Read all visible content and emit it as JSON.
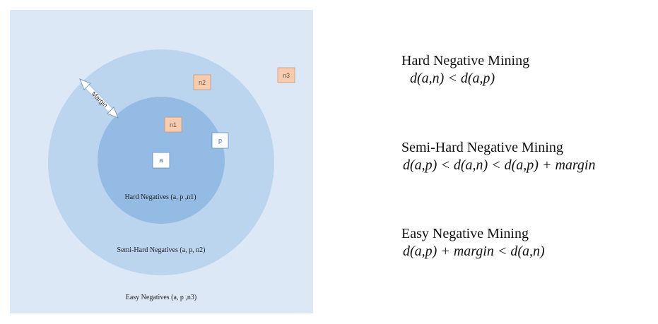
{
  "diagram": {
    "zones": {
      "hard": "Hard Negatives (a, p ,n1)",
      "semi_hard": "Semi-Hard Negatives (a, p, n2)",
      "easy": "Easy Negatives (a, p ,n3)"
    },
    "margin_label": "Margin",
    "points": {
      "anchor": "a",
      "positive": "p",
      "n1": "n1",
      "n2": "n2",
      "n3": "n3"
    }
  },
  "legend": [
    {
      "title": "Hard Negative Mining",
      "formula": "d(a,n) < d(a,p)"
    },
    {
      "title": "Semi-Hard Negative Mining",
      "formula": "d(a,p) < d(a,n) < d(a,p) + margin"
    },
    {
      "title": "Easy Negative Mining",
      "formula": "d(a,p) + margin < d(a,n)"
    }
  ],
  "colors": {
    "background_square": "#dce8f5",
    "outer_circle": "#bcd5ee",
    "inner_circle": "#93bbe3",
    "negative_box": "#f8cbad",
    "negative_border": "#c5997a",
    "anchor_box": "#ffffff",
    "anchor_border": "#5b8fc8"
  }
}
